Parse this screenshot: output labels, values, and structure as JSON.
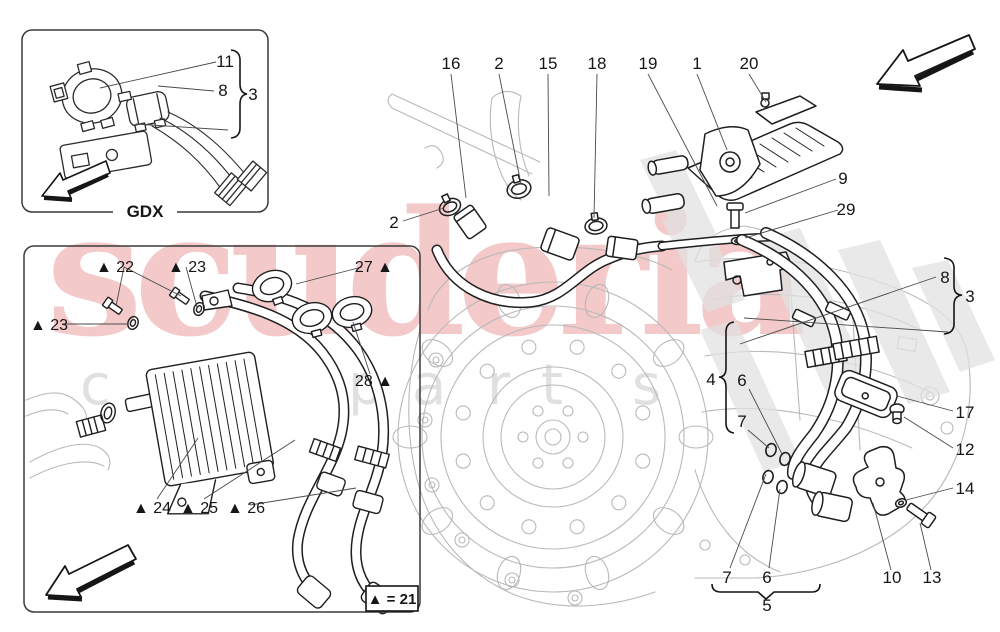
{
  "watermark": {
    "brand": "scuderia",
    "letters": [
      "c",
      "a",
      "r",
      "p",
      "a",
      "r",
      "t",
      "s"
    ],
    "brand_color": "#f3c9c9",
    "letters_color": "#e0e0e0"
  },
  "colors": {
    "featured_line": "#1f1f1f",
    "context_line": "#b9b9b9",
    "hatch_fill": "#e2e2e2",
    "leader_line": "#4a4a4a"
  },
  "gdx_inset": {
    "label": "GDX",
    "callout_11": "11",
    "callout_8": "8",
    "callout_3": "3"
  },
  "parts_inset": {
    "callout_22": "▲ 22",
    "callout_23_top": "▲ 23",
    "callout_27": "27 ▲",
    "callout_23_left": "▲ 23",
    "callout_28": "28 ▲",
    "callout_24": "▲ 24",
    "callout_25": "▲ 25",
    "callout_26": "▲ 26",
    "legend": "▲ = 21"
  },
  "main_diagram": {
    "callout_16": "16",
    "callout_2_top": "2",
    "callout_15": "15",
    "callout_18": "18",
    "callout_19": "19",
    "callout_1": "1",
    "callout_20": "20",
    "callout_2_left": "2",
    "callout_9": "9",
    "callout_29": "29",
    "callout_8": "8",
    "callout_3": "3",
    "callout_4": "4",
    "callout_6_upper": "6",
    "callout_7_upper": "7",
    "callout_7_lower": "7",
    "callout_6_lower": "6",
    "callout_5": "5",
    "callout_10": "10",
    "callout_13": "13",
    "callout_17": "17",
    "callout_12": "12",
    "callout_14": "14"
  }
}
